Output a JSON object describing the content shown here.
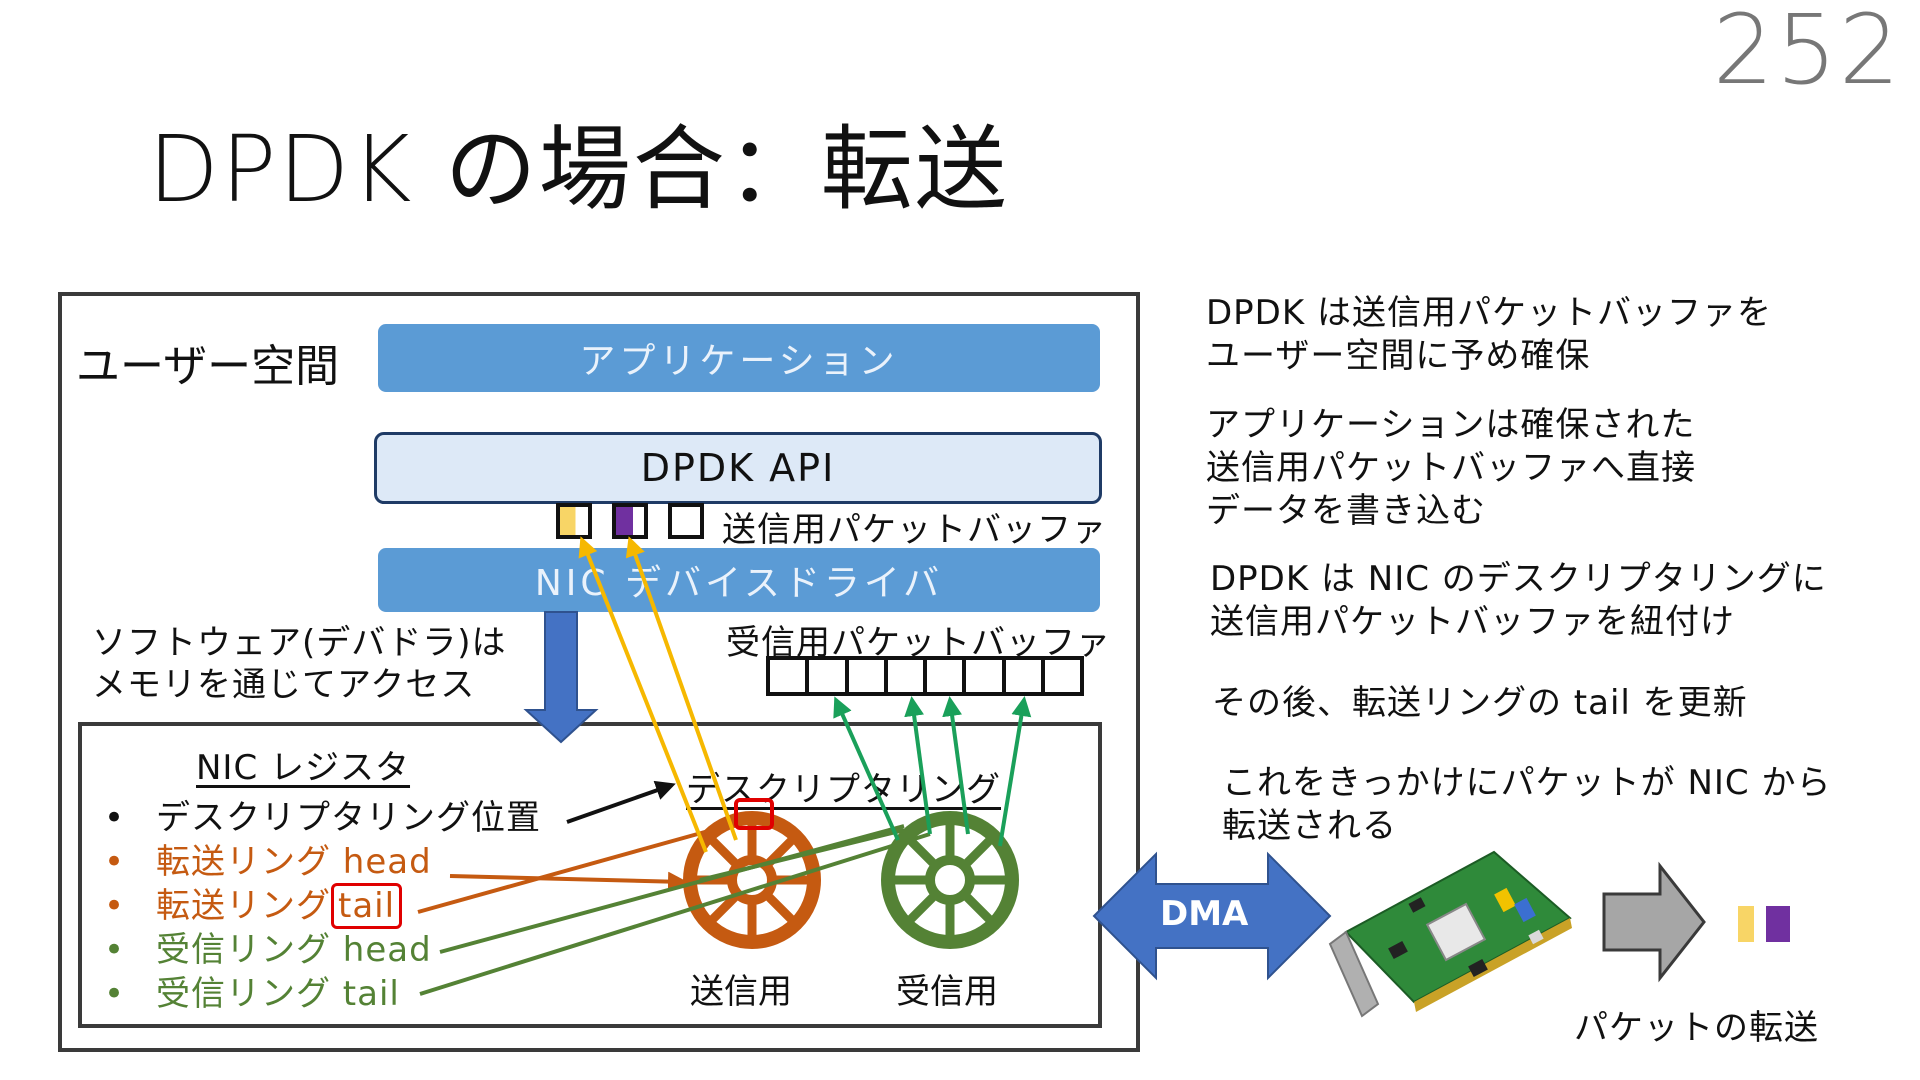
{
  "slide": {
    "number": "252",
    "title": "DPDK の場合：転送"
  },
  "diagram": {
    "user_space_label": "ユーザー空間",
    "app_label": "アプリケーション",
    "api_label": "DPDK API",
    "tx_buffer_label": "送信用パケットバッファ",
    "driver_label": "NIC デバイスドライバ",
    "rx_buffer_label": "受信用パケットバッファ",
    "software_note": [
      "ソフトウェア(デバドラ)は",
      "メモリを通じてアクセス"
    ],
    "register_title": "NIC レジスタ",
    "registers": {
      "ring_position": "デスクリプタリング位置",
      "tx_head": "転送リング head",
      "tx_tail_prefix": "転送リング",
      "tx_tail_word": "tail",
      "rx_head": "受信リング head",
      "rx_tail": "受信リング tail"
    },
    "ring_label": "デスクリプタリング",
    "tx_ring_label": "送信用",
    "rx_ring_label": "受信用",
    "dma_label": "DMA",
    "packet_transfer_label": "パケットの転送"
  },
  "notes": [
    [
      "DPDK は送信用パケットバッファを",
      "ユーザー空間に予め確保"
    ],
    [
      "アプリケーションは確保された",
      "送信用パケットバッファへ直接",
      "データを書き込む"
    ],
    [
      "DPDK は NIC のデスクリプタリングに",
      "送信用パケットバッファを紐付け"
    ],
    [
      "その後、転送リングの tail を更新"
    ],
    [
      "これをきっかけにパケットが NIC から",
      "転送される"
    ]
  ],
  "colors": {
    "app_blue": "#5b9bd5",
    "tx_orange": "#c55a11",
    "rx_green": "#548235",
    "arrow_yellow": "#f6b800",
    "arrow_green": "#1aa05a",
    "packet_yellow": "#f8d566",
    "packet_purple": "#7030a0",
    "highlight_red": "#e00000",
    "dma_blue": "#4472c4"
  }
}
